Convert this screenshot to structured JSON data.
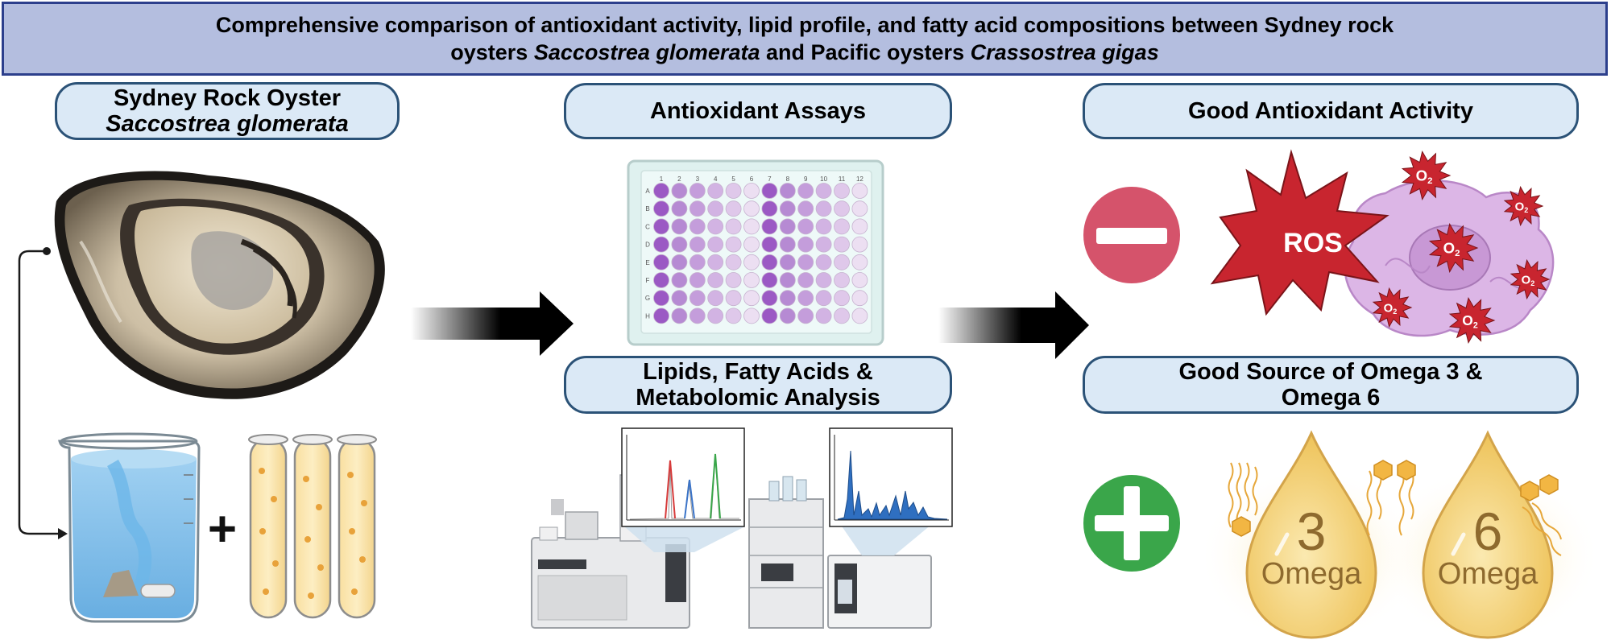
{
  "title": {
    "line1": "Comprehensive comparison of antioxidant activity, lipid profile, and fatty acid compositions between Sydney rock",
    "line2_a": "oysters ",
    "line2_b": "Saccostrea glomerata",
    "line2_c": " and Pacific oysters ",
    "line2_d": "Crassostrea gigas"
  },
  "left": {
    "pill_line1": "Sydney Rock Oyster",
    "pill_line2": "Saccostrea glomerata",
    "plus": "+"
  },
  "middle": {
    "assay_label": "Antioxidant Assays",
    "lipid_line1": "Lipids, Fatty Acids &",
    "lipid_line2": "Metabolomic Analysis",
    "plate_cols": [
      "1",
      "2",
      "3",
      "4",
      "5",
      "6",
      "7",
      "8",
      "9",
      "10",
      "11",
      "12"
    ],
    "plate_rows": [
      "A",
      "B",
      "C",
      "D",
      "E",
      "F",
      "G",
      "H"
    ]
  },
  "right": {
    "antioxidant_label": "Good Antioxidant Activity",
    "omega_line1": "Good Source of Omega 3 &",
    "omega_line2": "Omega 6",
    "ros_text": "ROS",
    "o2_text": "O",
    "o2_sub": "2",
    "drop1_number": "3",
    "drop1_word": "Omega",
    "drop2_number": "6",
    "drop2_word": "Omega"
  },
  "colors": {
    "title_bg": "#b4bedf",
    "title_border": "#2c3f8c",
    "pill_bg": "#dbe9f6",
    "pill_border": "#2b5277",
    "minus": "#d5536b",
    "plus": "#3aa64a",
    "ros": "#c8252f",
    "cell": "#dbb6e6",
    "drop": "#f6d57a",
    "omega_text": "#8e6a2e"
  }
}
